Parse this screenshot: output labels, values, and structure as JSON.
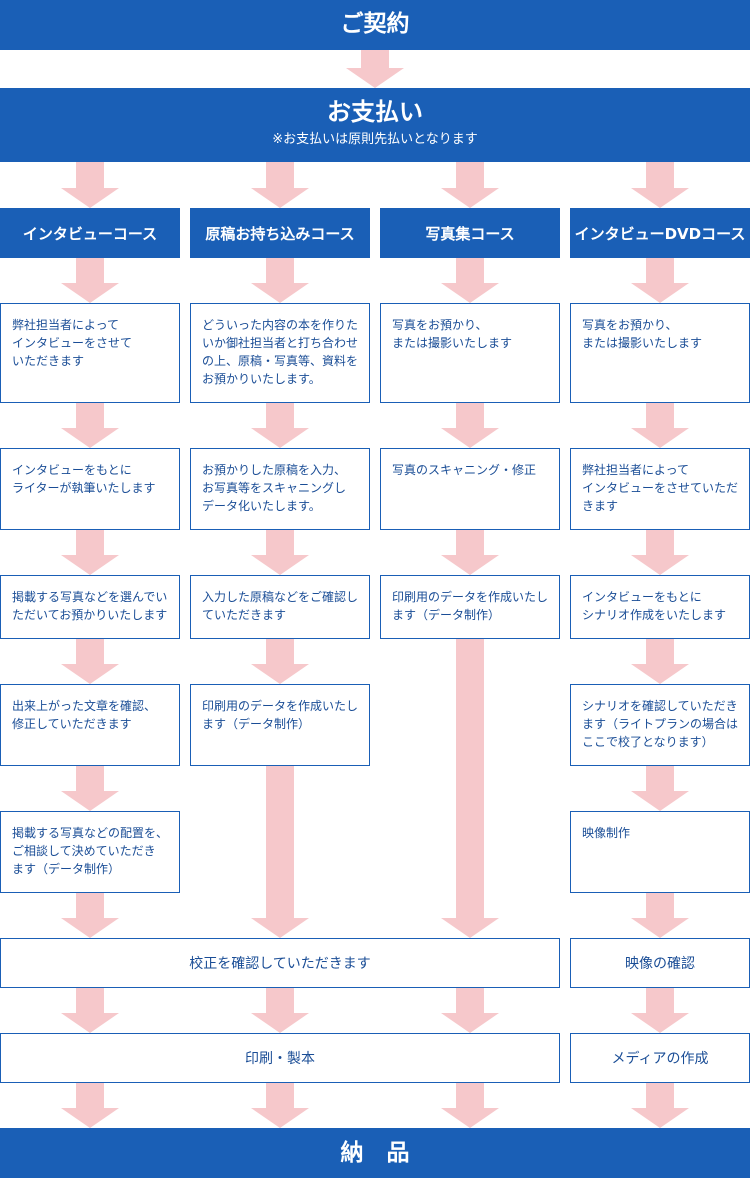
{
  "contract": {
    "label": "ご契約"
  },
  "payment": {
    "label": "お支払い",
    "note": "※お支払いは原則先払いとなります"
  },
  "courses": [
    {
      "label": "インタビューコース",
      "steps": [
        "弊社担当者によって\nインタビューをさせて\nいただきます",
        "インタビューをもとに\nライターが執筆いたします",
        "掲載する写真などを選んでい\nただいてお預かりいたします",
        "出来上がった文章を確認、\n修正していただきます",
        "掲載する写真などの配置を、\nご相談して決めていただき\nます（データ制作）"
      ]
    },
    {
      "label": "原稿お持ち込みコース",
      "steps": [
        "どういった内容の本を作りた\nいか御社担当者と打ち合わせ\nの上、原稿・写真等、資料を\nお預かりいたします。",
        "お預かりした原稿を入力、\nお写真等をスキャニングし\nデータ化いたします。",
        "入力した原稿などをご確認し\nていただきます",
        "印刷用のデータを作成いたし\nます（データ制作）"
      ]
    },
    {
      "label": "写真集コース",
      "steps": [
        "写真をお預かり、\nまたは撮影いたします",
        "写真のスキャニング・修正",
        "印刷用のデータを作成いたし\nます（データ制作）"
      ]
    },
    {
      "label": "インタビューDVDコース",
      "steps": [
        "写真をお預かり、\nまたは撮影いたします",
        "弊社担当者によって\nインタビューをさせていただ\nきます",
        "インタビューをもとに\nシナリオ作成をいたします",
        "シナリオを確認していただき\nます（ライトプランの場合は\nここで校了となります）",
        "映像制作"
      ]
    }
  ],
  "proof": {
    "label": "校正を確認していただきます"
  },
  "video_check": {
    "label": "映像の確認"
  },
  "print": {
    "label": "印刷・製本"
  },
  "media": {
    "label": "メディアの作成"
  },
  "delivery": {
    "label": "納　品"
  },
  "colors": {
    "primary": "#1a5fb6",
    "arrow": "#f6c8cb",
    "text": "#1a4d96"
  }
}
